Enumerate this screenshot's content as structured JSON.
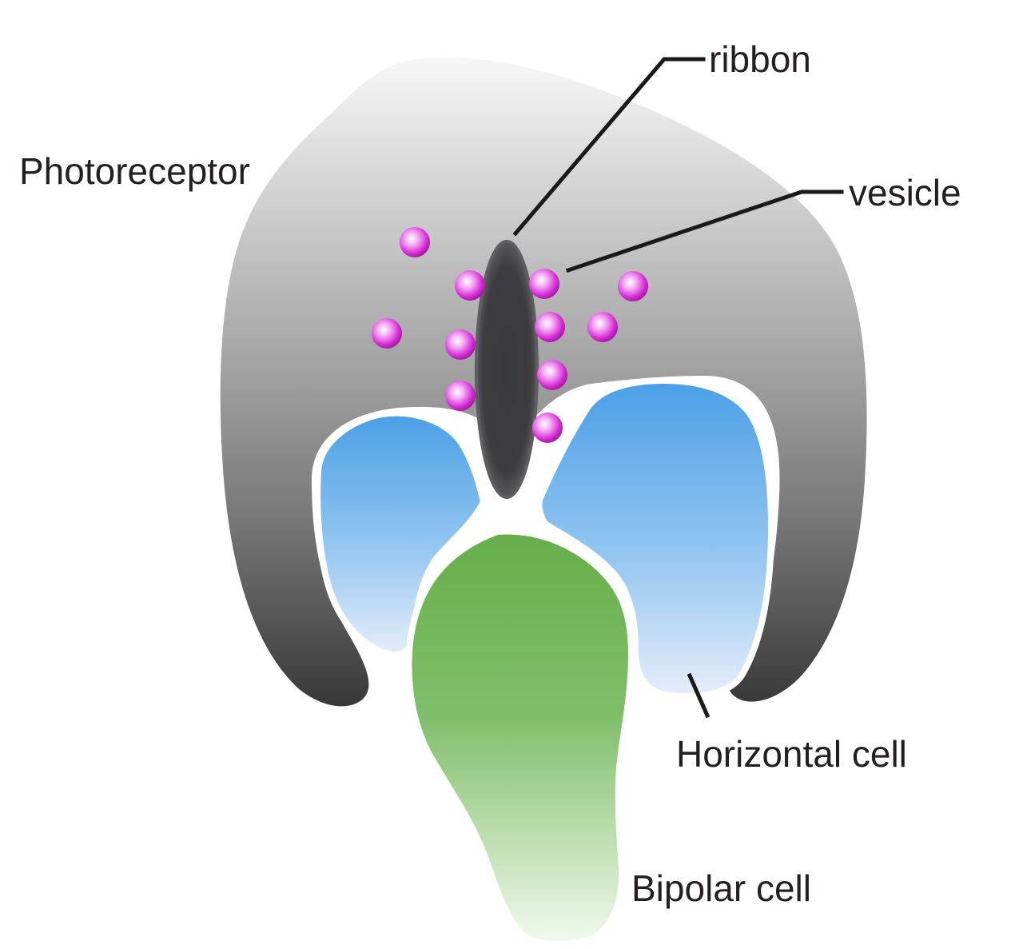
{
  "labels": {
    "photoreceptor": "Photoreceptor",
    "ribbon": "ribbon",
    "vesicle": "vesicle",
    "horizontal_cell": "Horizontal cell",
    "bipolar_cell": "Bipolar cell"
  },
  "colors": {
    "photoreceptor_top": "#f4f4f4",
    "photoreceptor_bottom": "#3a3a3a",
    "ribbon": "#3d3d3f",
    "vesicle": "#d62ad6",
    "horizontal_cell_top": "#4a9fe6",
    "horizontal_cell_bottom": "#e4ecfb",
    "bipolar_cell_top": "#68b04c",
    "bipolar_cell_bottom": "#eef8ea",
    "membrane_outline": "#ffffff"
  }
}
